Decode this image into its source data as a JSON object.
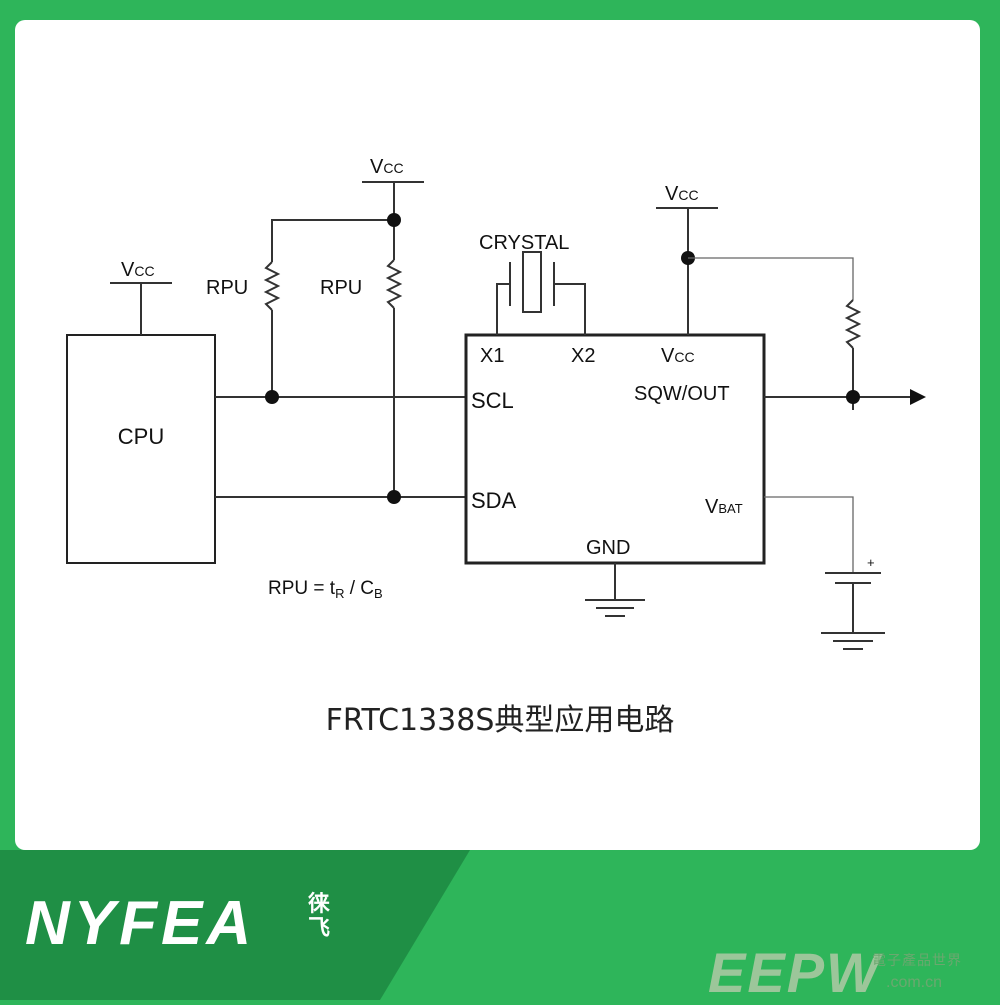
{
  "labels": {
    "vcc_main": "V",
    "vcc_sub": "CC",
    "rpu": "RPU",
    "crystal": "CRYSTAL",
    "cpu": "CPU",
    "x1": "X1",
    "x2": "X2",
    "scl": "SCL",
    "sda": "SDA",
    "sqw": "SQW/OUT",
    "vbat_main": "V",
    "vbat_sub": "BAT",
    "gnd": "GND",
    "battery_plus": "+",
    "formula": {
      "lhs": "RPU = t",
      "t_sub": "R",
      "mid": " / C",
      "c_sub": "B"
    }
  },
  "caption": "FRTC1338S典型应用电路",
  "brand": {
    "name": "NYFEA",
    "cn_top": "徕",
    "cn_bottom": "飞"
  },
  "watermark": {
    "logo": "EEPW",
    "cn": "電子產品世界",
    "domain": ".com.cn"
  },
  "colors": {
    "band": "#2eb55a",
    "band_dark": "#1f8f45",
    "card": "#ffffff"
  }
}
